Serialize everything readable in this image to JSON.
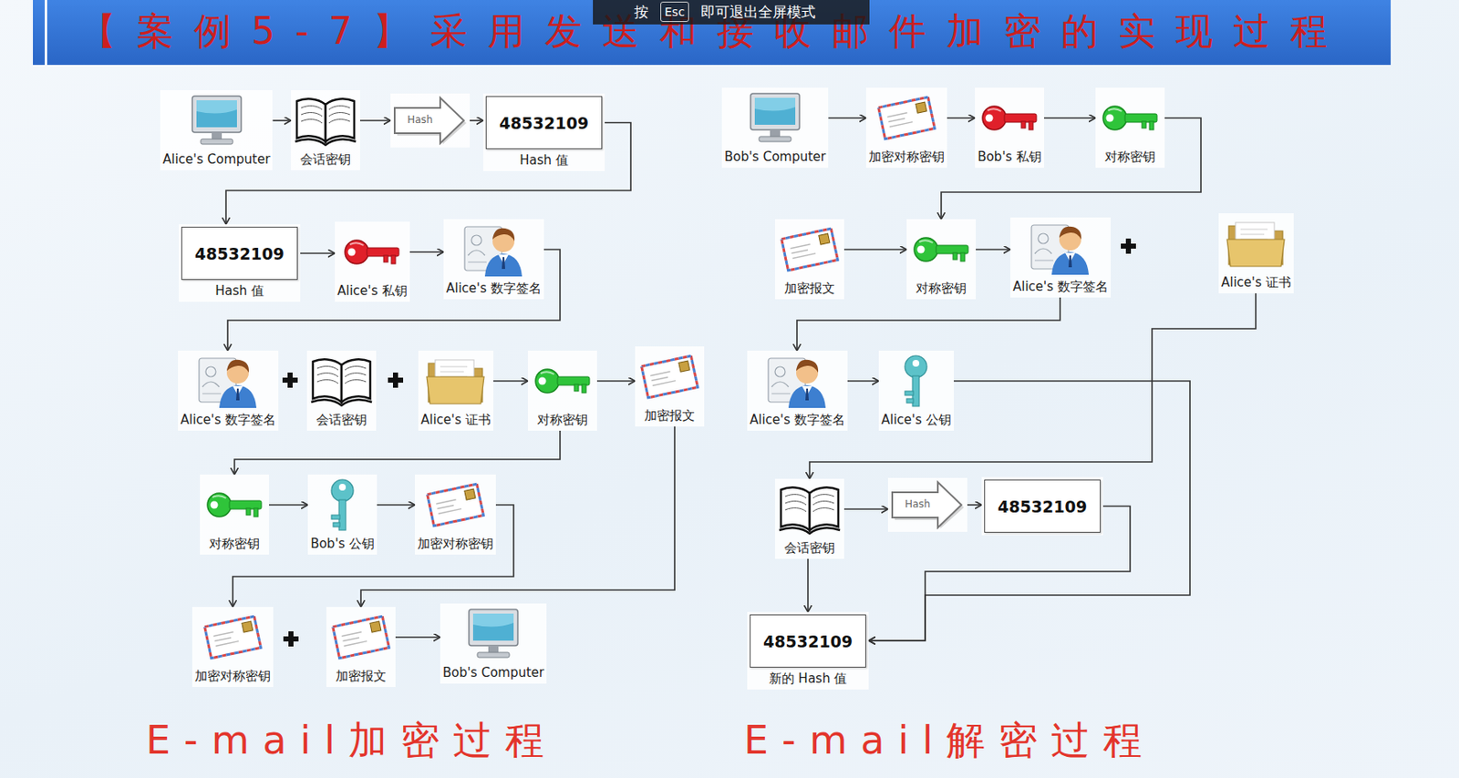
{
  "diagram": {
    "title": "【案例5-7】采用发送和接收邮件加密的实现过程",
    "nodes": [
      {
        "text": [
          "Alice's Computer"
        ]
      },
      {
        "text": [
          "会话密钥"
        ]
      },
      {
        "text": [
          "Hash"
        ]
      },
      {
        "text": [
          "48532109",
          "Hash 值"
        ]
      },
      {
        "text": [
          "48532109",
          "Hash 值"
        ]
      },
      {
        "text": [
          "Alice's 私钥"
        ]
      },
      {
        "text": [
          "Alice's 数字签名"
        ]
      },
      {
        "text": [
          "Alice's 数字签名"
        ]
      },
      {
        "text": [
          "会话密钥"
        ]
      },
      {
        "text": [
          "Alice's 证书"
        ]
      },
      {
        "text": [
          "对称密钥"
        ]
      },
      {
        "text": [
          "加密报文"
        ]
      },
      {
        "text": [
          "对称密钥"
        ]
      },
      {
        "text": [
          "Bob's 公钥"
        ]
      },
      {
        "text": [
          "加密对称密钥"
        ]
      },
      {
        "text": [
          "加密对称密钥"
        ]
      },
      {
        "text": [
          "加密报文"
        ]
      },
      {
        "text": [
          "Bob's Computer"
        ]
      },
      {
        "text": [
          "Bob's Computer"
        ]
      },
      {
        "text": [
          "加密对称密钥"
        ]
      },
      {
        "text": [
          "Bob's 私钥"
        ]
      },
      {
        "text": [
          "对称密钥"
        ]
      },
      {
        "text": [
          "加密报文"
        ]
      },
      {
        "text": [
          "对称密钥"
        ]
      },
      {
        "text": [
          "Alice's 数字签名"
        ]
      },
      {
        "text": [
          "Alice's 证书"
        ]
      },
      {
        "text": [
          "Alice's 数字签名"
        ]
      },
      {
        "text": [
          "Alice's 公钥"
        ]
      },
      {
        "text": [
          "会话密钥"
        ]
      },
      {
        "text": [
          "Hash"
        ]
      },
      {
        "text": [
          "48532109"
        ]
      },
      {
        "text": [
          "48532109",
          "新的 Hash 值"
        ]
      }
    ],
    "edges": [
      {
        "from": 0,
        "to": 1,
        "arrow": "to"
      },
      {
        "from": 1,
        "to": 2,
        "arrow": "to"
      },
      {
        "from": 2,
        "to": 3,
        "arrow": "to"
      },
      {
        "from": 3,
        "to": 4,
        "arrow": "to"
      },
      {
        "from": 4,
        "to": 5,
        "arrow": "to"
      },
      {
        "from": 5,
        "to": 6,
        "arrow": "to"
      },
      {
        "from": 6,
        "to": 7,
        "arrow": "to"
      },
      {
        "from": 9,
        "to": 10,
        "arrow": "to"
      },
      {
        "from": 10,
        "to": 11,
        "arrow": "to"
      },
      {
        "from": 10,
        "to": 12,
        "arrow": "to"
      },
      {
        "from": 12,
        "to": 13,
        "arrow": "to"
      },
      {
        "from": 13,
        "to": 14,
        "arrow": "to"
      },
      {
        "from": 14,
        "to": 15,
        "arrow": "to"
      },
      {
        "from": 11,
        "to": 16,
        "arrow": "to"
      },
      {
        "from": 16,
        "to": 17,
        "arrow": "to"
      },
      {
        "from": 18,
        "to": 19,
        "arrow": "to"
      },
      {
        "from": 19,
        "to": 20,
        "arrow": "to"
      },
      {
        "from": 20,
        "to": 21,
        "arrow": "to"
      },
      {
        "from": 21,
        "to": 23,
        "arrow": "to"
      },
      {
        "from": 22,
        "to": 23,
        "arrow": "to"
      },
      {
        "from": 23,
        "to": 24,
        "arrow": "to"
      },
      {
        "from": 24,
        "to": 26,
        "arrow": "to"
      },
      {
        "from": 25,
        "to": 28,
        "arrow": "to"
      },
      {
        "from": 26,
        "to": 27,
        "arrow": "to"
      },
      {
        "from": 27,
        "to": 31,
        "arrow": "to"
      },
      {
        "from": 28,
        "to": 29,
        "arrow": "to"
      },
      {
        "from": 29,
        "to": 30,
        "arrow": "to"
      },
      {
        "from": 30,
        "to": 31,
        "arrow": "to"
      },
      {
        "from": 28,
        "to": 31,
        "arrow": "to"
      }
    ],
    "labels": [
      "按",
      "Esc",
      "即可退出全屏模式",
      "E-mail加密过程",
      "E-mail解密过程"
    ]
  }
}
